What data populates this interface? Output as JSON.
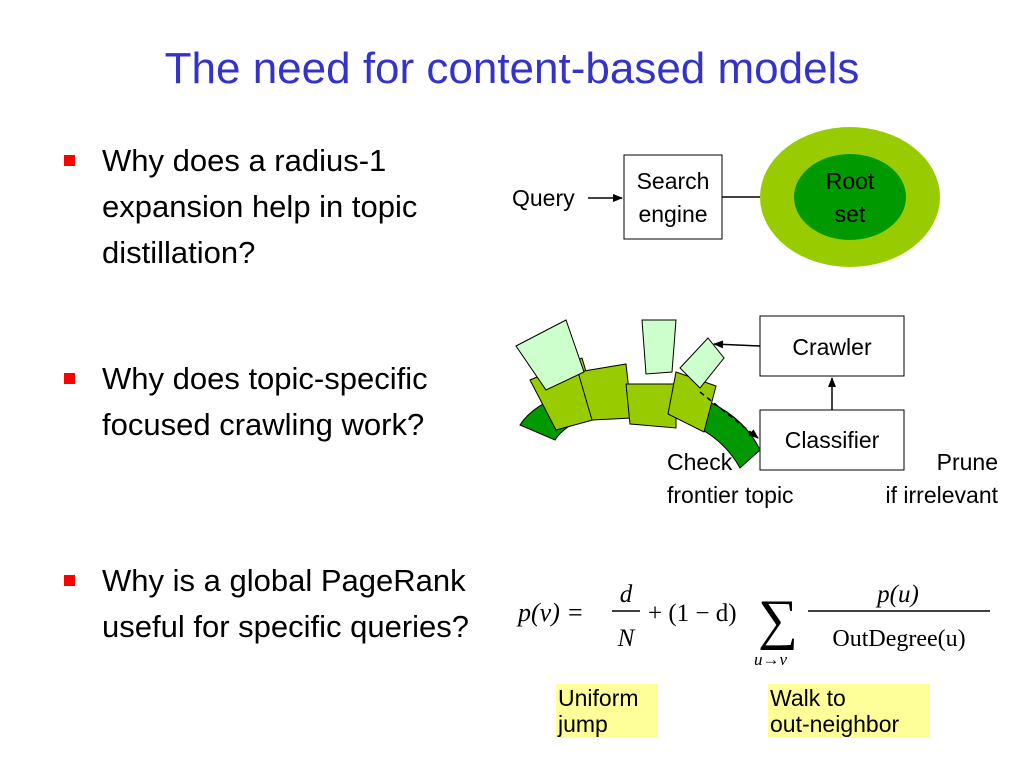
{
  "title": "The need for content-based models",
  "bullets": [
    "Why does a radius-1 expansion help in topic distillation?",
    "Why does topic-specific focused crawling work?",
    "Why is a global PageRank useful for specific queries?"
  ],
  "diagram1": {
    "query": "Query",
    "search_engine": [
      "Search",
      "engine"
    ],
    "root_set": [
      "Root",
      "set"
    ]
  },
  "diagram2": {
    "crawler": "Crawler",
    "classifier": "Classifier",
    "check": [
      "Check",
      "frontier topic"
    ],
    "prune": [
      "Prune",
      "if irrelevant"
    ]
  },
  "formula": {
    "lhs": "p(v) =",
    "d": "d",
    "N": "N",
    "plus": "+ (1 − d)",
    "sum": "∑",
    "sub": "u→v",
    "numerator": "p(u)",
    "denominator": "OutDegree(u)"
  },
  "labels": {
    "uniform": [
      "Uniform",
      "jump"
    ],
    "walk": [
      "Walk to",
      "out-neighbor"
    ]
  },
  "colors": {
    "title": "#3333cc",
    "bullet": "#ff0000",
    "outer_ellipse": "#99cc00",
    "inner_ellipse": "#009900",
    "highlight": "#ffff99"
  }
}
